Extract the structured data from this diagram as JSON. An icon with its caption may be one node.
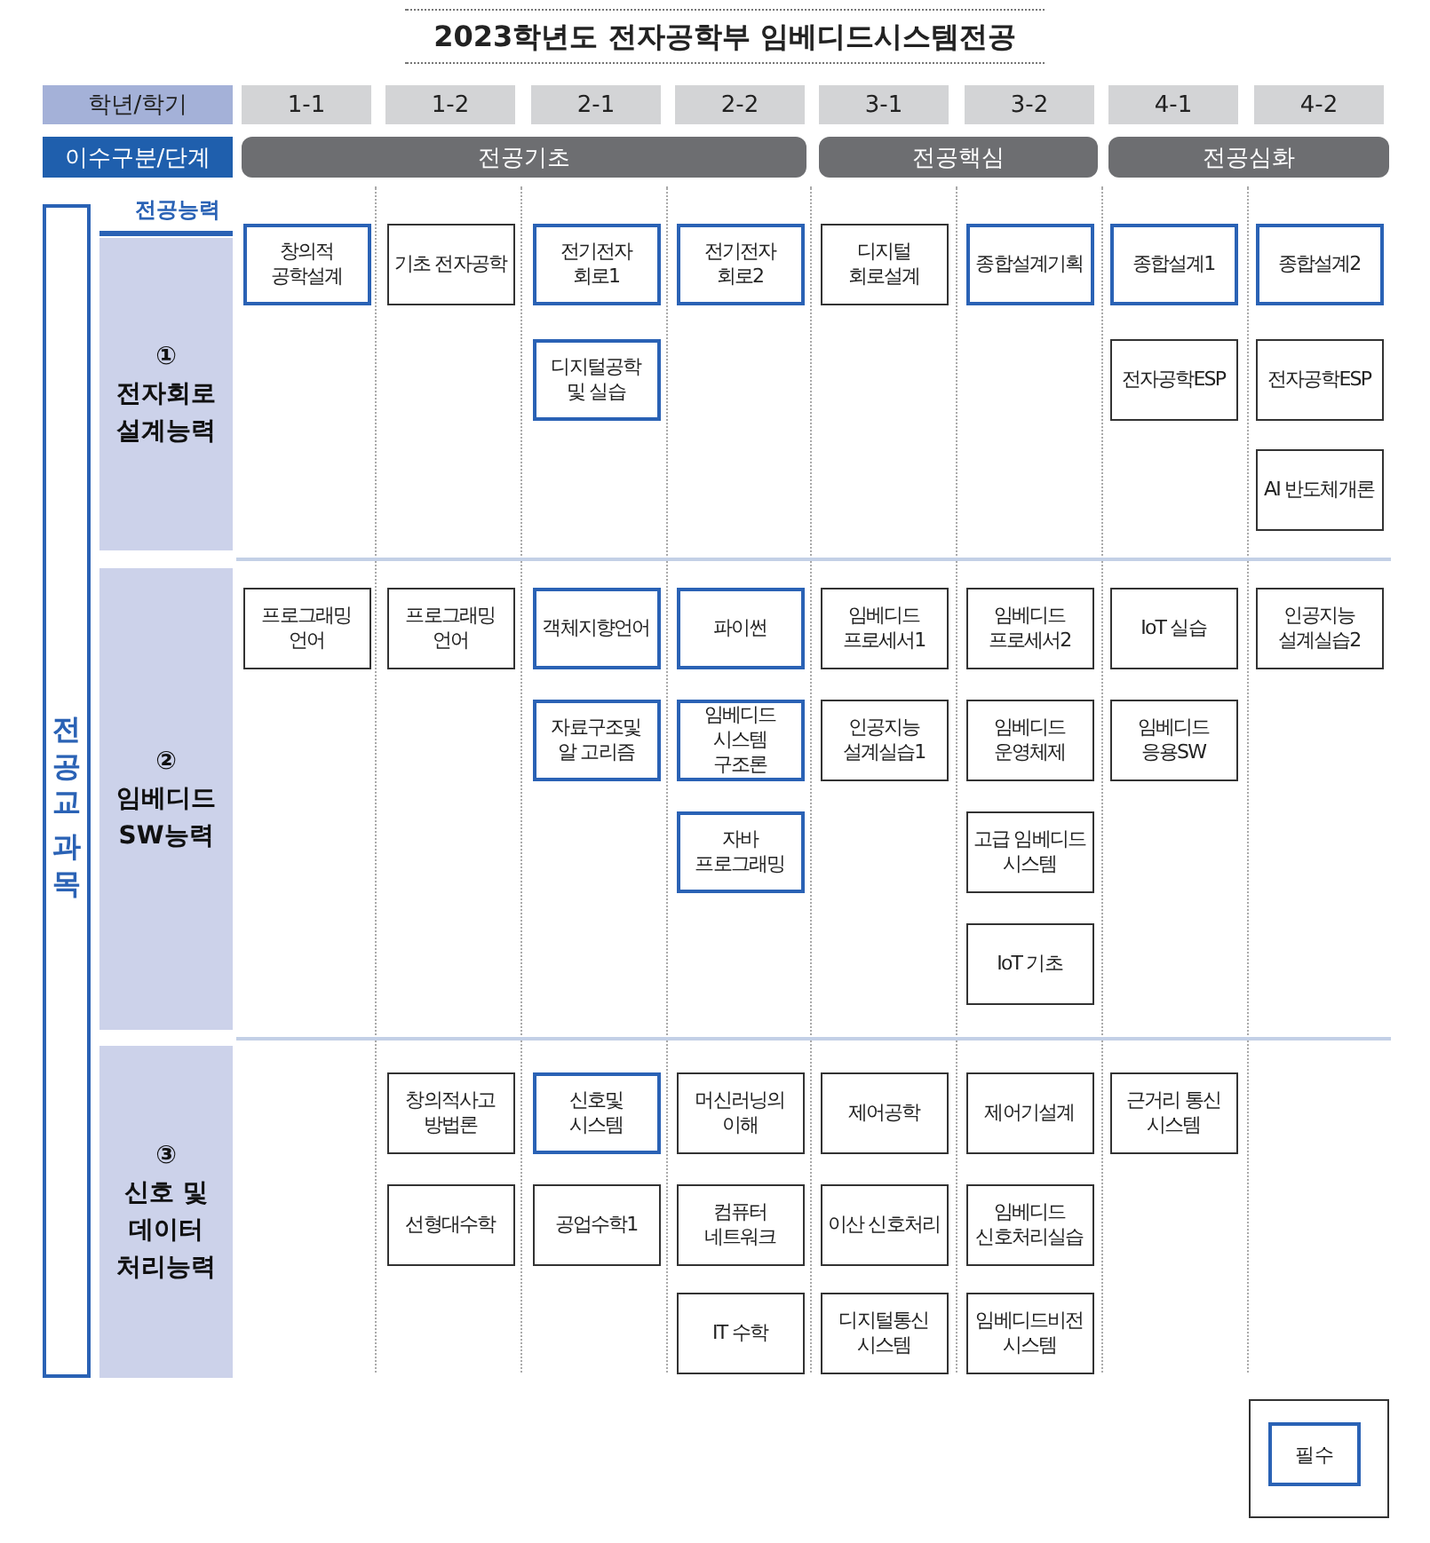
{
  "diagram": {
    "title": "2023학년도 전자공학부 임베디드시스템전공",
    "nodes": [
      {
        "text": [
          "학년/학기"
        ]
      },
      {
        "text": [
          "1-1"
        ]
      },
      {
        "text": [
          "1-2"
        ]
      },
      {
        "text": [
          "2-1"
        ]
      },
      {
        "text": [
          "2-2"
        ]
      },
      {
        "text": [
          "3-1"
        ]
      },
      {
        "text": [
          "3-2"
        ]
      },
      {
        "text": [
          "4-1"
        ]
      },
      {
        "text": [
          "4-2"
        ]
      },
      {
        "text": [
          "이수구분/단계"
        ]
      },
      {
        "text": [
          "전공기초"
        ]
      },
      {
        "text": [
          "전공핵심"
        ]
      },
      {
        "text": [
          "전공심화"
        ]
      },
      {
        "text": [
          "전공교과목"
        ]
      },
      {
        "text": [
          "①",
          "전자회로 설계능력"
        ]
      },
      {
        "text": [
          "창의적 공학설계"
        ]
      },
      {
        "text": [
          "기초 전자공학"
        ]
      },
      {
        "text": [
          "전기전자 회로1"
        ]
      },
      {
        "text": [
          "전기전자 회로2"
        ]
      },
      {
        "text": [
          "디지털 회로설계"
        ]
      },
      {
        "text": [
          "종합설계기획"
        ]
      },
      {
        "text": [
          "종합설계1"
        ]
      },
      {
        "text": [
          "종합설계2"
        ]
      },
      {
        "text": [
          "디지털공학 및 실습"
        ]
      },
      {
        "text": [
          "전자공학ESP"
        ]
      },
      {
        "text": [
          "전자공학ESP"
        ]
      },
      {
        "text": [
          "AI 반도체개론"
        ]
      },
      {
        "text": [
          "②",
          "임베디드 SW능력"
        ]
      },
      {
        "text": [
          "프로그래밍 언어"
        ]
      },
      {
        "text": [
          "프로그래밍 언어"
        ]
      },
      {
        "text": [
          "객체지향언어"
        ]
      },
      {
        "text": [
          "파이썬"
        ]
      },
      {
        "text": [
          "임베디드 프로세서1"
        ]
      },
      {
        "text": [
          "임베디드 프로세서2"
        ]
      },
      {
        "text": [
          "IoT 실습"
        ]
      },
      {
        "text": [
          "인공지능 설계실습2"
        ]
      },
      {
        "text": [
          "자료구조및 알 고리즘"
        ]
      },
      {
        "text": [
          "임베디드 시스템 구조론"
        ]
      },
      {
        "text": [
          "인공지능 설계실습1"
        ]
      },
      {
        "text": [
          "임베디드 운영체제"
        ]
      },
      {
        "text": [
          "임베디드 응용SW"
        ]
      },
      {
        "text": [
          "자바 프로그래밍"
        ]
      },
      {
        "text": [
          "고급 임베디드 시스템"
        ]
      },
      {
        "text": [
          "IoT 기초"
        ]
      },
      {
        "text": [
          "③",
          "신호 및 데이터 처리능력"
        ]
      },
      {
        "text": [
          "창의적사고 방법론"
        ]
      },
      {
        "text": [
          "신호및 시스템"
        ]
      },
      {
        "text": [
          "머신러닝의 이해"
        ]
      },
      {
        "text": [
          "제어공학"
        ]
      },
      {
        "text": [
          "제어기설계"
        ]
      },
      {
        "text": [
          "근거리 통신 시스템"
        ]
      },
      {
        "text": [
          "선형대수학"
        ]
      },
      {
        "text": [
          "공업수학1"
        ]
      },
      {
        "text": [
          "컴퓨터 네트워크"
        ]
      },
      {
        "text": [
          "이산 신호처리"
        ]
      },
      {
        "text": [
          "임베디드 신호처리실습"
        ]
      },
      {
        "text": [
          "IT 수학"
        ]
      },
      {
        "text": [
          "디지털통신 시스템"
        ]
      },
      {
        "text": [
          "임베디드비전 시스템"
        ]
      }
    ],
    "labels": [
      "전공능력"
    ],
    "legend": [
      {
        "text": "필수"
      }
    ]
  }
}
